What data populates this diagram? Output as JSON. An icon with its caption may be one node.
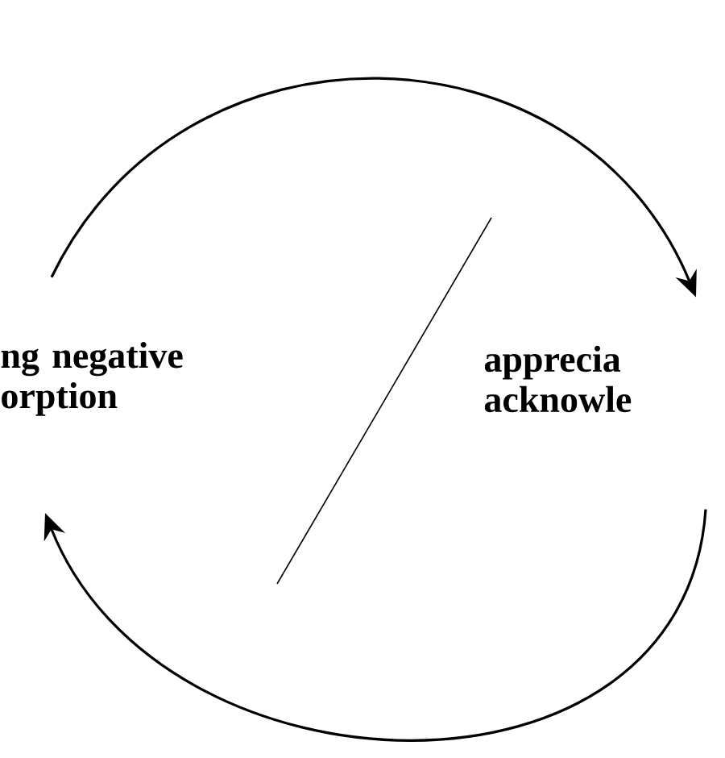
{
  "diagram": {
    "nodes": [
      {
        "text": [
          "ng negative orption"
        ]
      },
      {
        "text": [
          "apprecia acknowle"
        ]
      }
    ],
    "edges": [
      {
        "from": 0,
        "to": 1,
        "arrow": "to"
      },
      {
        "from": 1,
        "to": 0,
        "arrow": "to"
      }
    ]
  }
}
